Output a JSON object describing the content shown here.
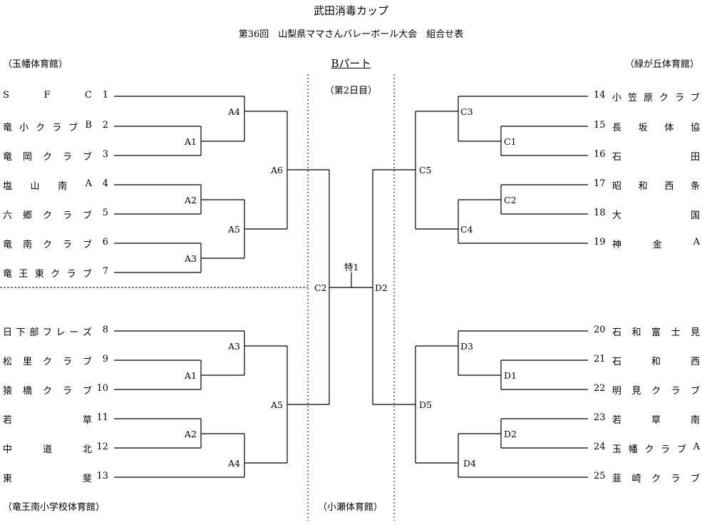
{
  "header": {
    "title": "武田消毒カップ",
    "subtitle": "第36回　山梨県ママさんバレーボール大会　組合せ表",
    "part": "Bパート",
    "day": "（第2日目）"
  },
  "venues": {
    "top_left": "（玉幡体育館）",
    "top_right": "（緑が丘体育館）",
    "bottom_left": "（竜王南小学校体育館）",
    "bottom_center": "（小瀬体育館）"
  },
  "left_teams": [
    {
      "num": "1",
      "name": "SFC"
    },
    {
      "num": "2",
      "name": "竜小クラブB"
    },
    {
      "num": "3",
      "name": "竜岡クラブ"
    },
    {
      "num": "4",
      "name": "塩山南A"
    },
    {
      "num": "5",
      "name": "六郷クラブ"
    },
    {
      "num": "6",
      "name": "竜南クラブ"
    },
    {
      "num": "7",
      "name": "竜王東クラブ"
    },
    {
      "num": "8",
      "name": "日下部フレーズ"
    },
    {
      "num": "9",
      "name": "松里クラブ"
    },
    {
      "num": "10",
      "name": "猿橋クラブ"
    },
    {
      "num": "11",
      "name": "若草"
    },
    {
      "num": "12",
      "name": "中道北"
    },
    {
      "num": "13",
      "name": "東斐"
    }
  ],
  "right_teams": [
    {
      "num": "14",
      "name": "小笠原クラブ"
    },
    {
      "num": "15",
      "name": "長坂体協"
    },
    {
      "num": "16",
      "name": "石田"
    },
    {
      "num": "17",
      "name": "昭和西条"
    },
    {
      "num": "18",
      "name": "大国"
    },
    {
      "num": "19",
      "name": "神金A"
    },
    {
      "num": "20",
      "name": "石和富士見"
    },
    {
      "num": "21",
      "name": "石和西"
    },
    {
      "num": "22",
      "name": "明見クラブ"
    },
    {
      "num": "23",
      "name": "若草南"
    },
    {
      "num": "24",
      "name": "玉幡クラブA"
    },
    {
      "num": "25",
      "name": "韮崎クラブ"
    }
  ],
  "match_labels": {
    "tl_a4": "A4",
    "tl_a1": "A1",
    "tl_a6": "A6",
    "tl_a2": "A2",
    "tl_a5": "A5",
    "tl_a3": "A3",
    "bl_a3": "A3",
    "bl_a1": "A1",
    "bl_a5": "A5",
    "bl_a2": "A2",
    "bl_a4": "A4",
    "tr_c3": "C3",
    "tr_c1": "C1",
    "tr_c5": "C5",
    "tr_c2": "C2",
    "tr_c4": "C4",
    "br_d3": "D3",
    "br_d1": "D1",
    "br_d5": "D5",
    "br_d2": "D2",
    "br_d4": "D4",
    "center_c2": "C2",
    "center_d2": "D2",
    "special": "特1"
  }
}
